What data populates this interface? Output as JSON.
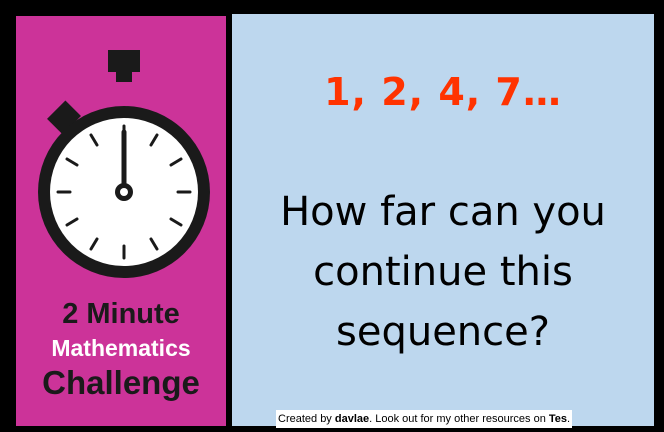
{
  "left_panel": {
    "stopwatch_icon": "stopwatch-icon",
    "title_line1": "2 Minute",
    "title_line2": "Mathematics",
    "title_line3": "Challenge"
  },
  "right_panel": {
    "sequence": "1, 2, 4, 7…",
    "question_line1": "How far can you",
    "question_line2": "continue this",
    "question_line3": "sequence?"
  },
  "credit": {
    "prefix": "Created by ",
    "author": "davlae",
    "middle": ". Look out for my other resources on ",
    "site": "Tes",
    "suffix": "."
  },
  "colors": {
    "left_panel": "#cc3399",
    "right_panel": "#bdd7ee",
    "sequence": "#ff3300",
    "border": "#000000"
  }
}
